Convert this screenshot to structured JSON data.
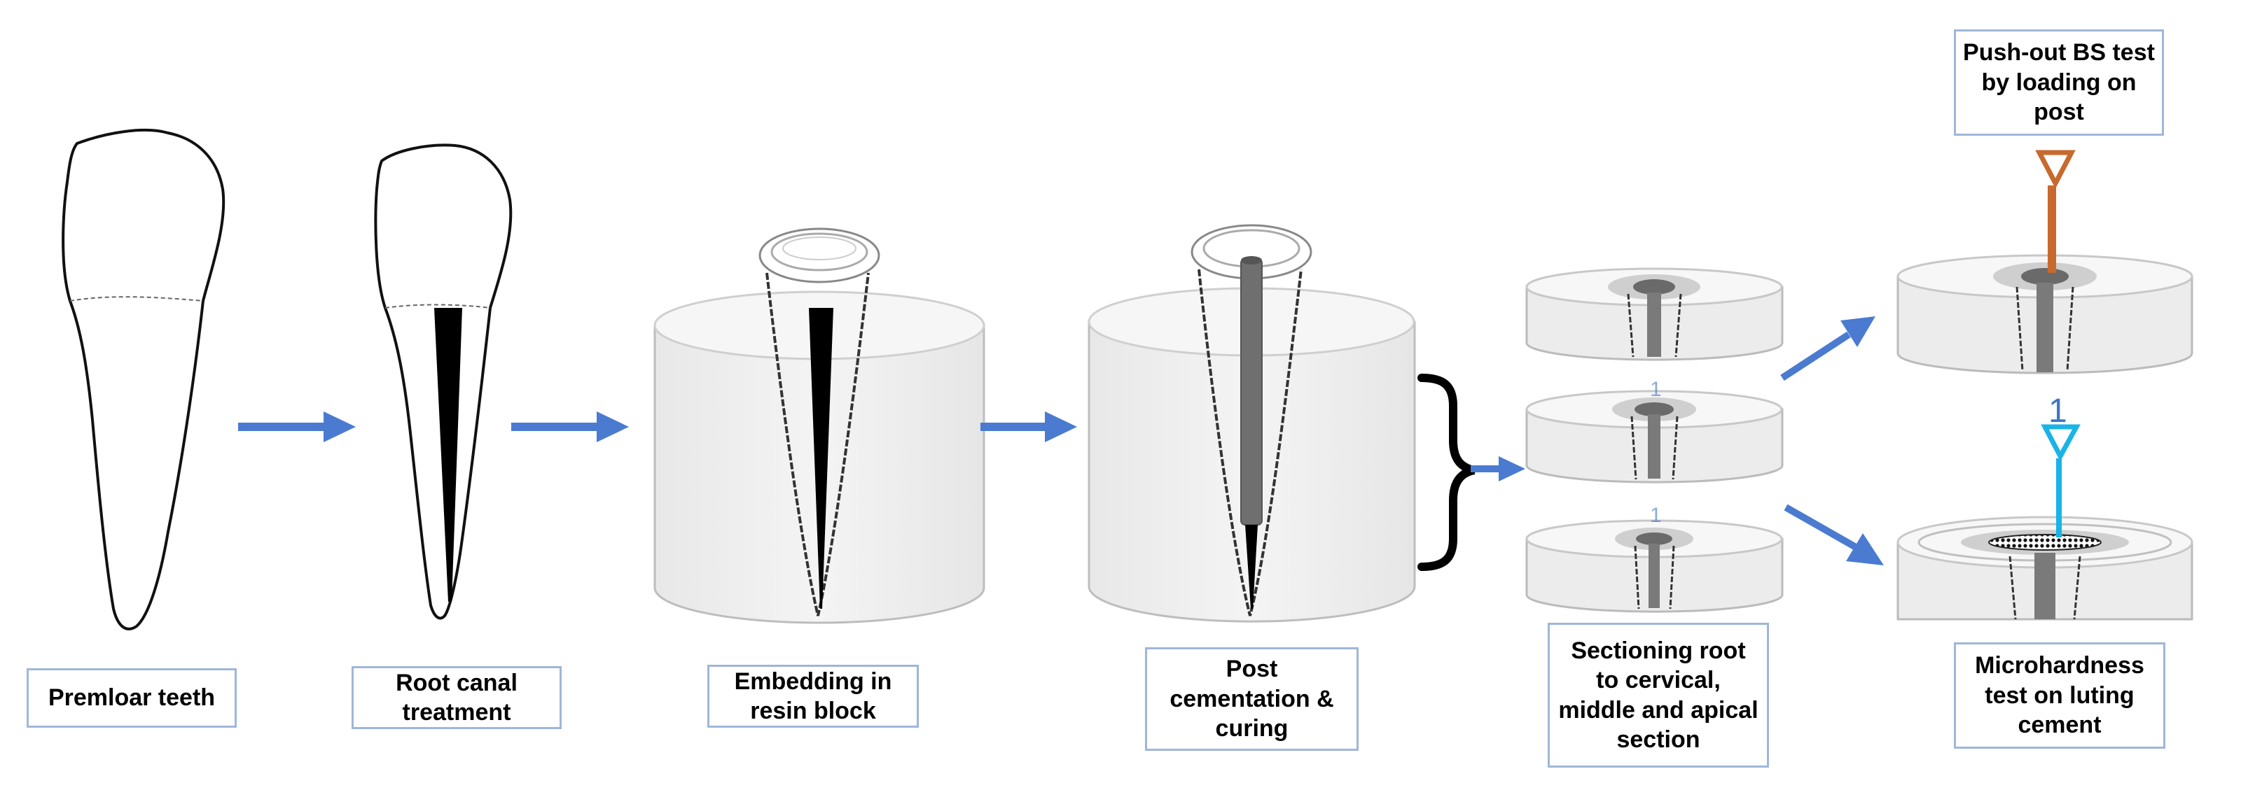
{
  "labels": {
    "premolar": "Premloar teeth",
    "root_canal": "Root canal treatment",
    "embedding": "Embedding in resin block",
    "post_cementation": "Post cementation & curing",
    "sectioning": "Sectioning root to cervical, middle and apical section",
    "push_out": "Push-out BS test by loading on post",
    "microhardness": "Microhardness test on luting cement"
  },
  "indenter_marker": "1",
  "colors": {
    "arrow": "#4a7bd0",
    "push_out_indenter": "#c8692e",
    "micro_indenter": "#1ab3e6",
    "label_border": "#9fb6d8",
    "resin": "#efefef",
    "post": "#6f6f6f"
  },
  "icons": [
    "tooth-icon",
    "arrow-right-icon",
    "brace-icon",
    "indenter-icon"
  ]
}
